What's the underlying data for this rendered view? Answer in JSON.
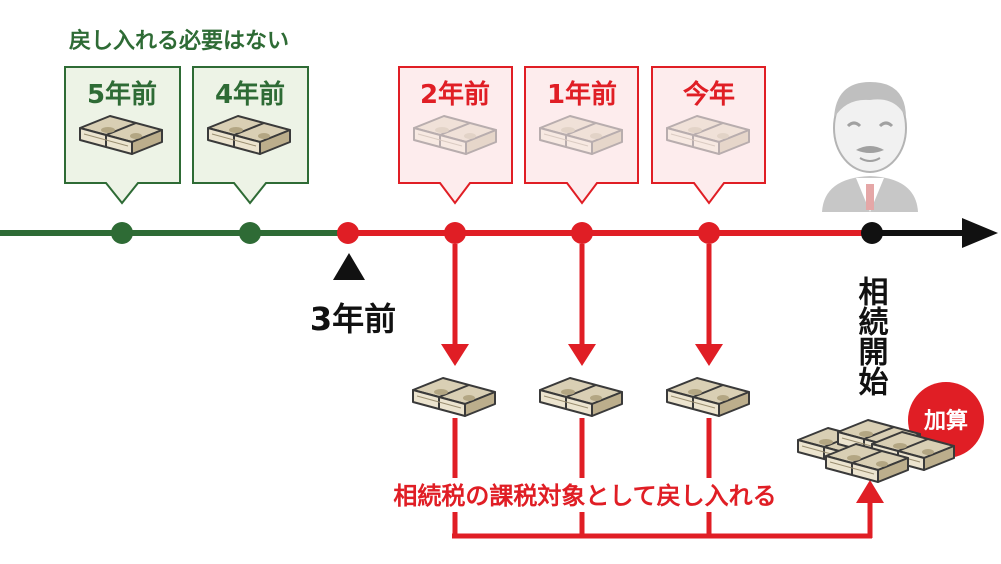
{
  "header": {
    "no_return_label": "戻し入れる必要はない"
  },
  "green_boxes": [
    {
      "label": "5年前"
    },
    {
      "label": "4年前"
    }
  ],
  "red_boxes": [
    {
      "label": "2年前"
    },
    {
      "label": "1年前"
    },
    {
      "label": "今年"
    }
  ],
  "timeline": {
    "three_years_label": "3年前",
    "inheritance_label": "相続開始"
  },
  "badge": {
    "label": "加算"
  },
  "return_label": "相続税の課税対象として戻し入れる",
  "colors": {
    "green": "#2e6b35",
    "green_fill": "#edf3e6",
    "red": "#e01e25",
    "red_fill": "#fdeced",
    "black": "#111111",
    "money": "#c9bd9e"
  },
  "icons": [
    "money-bundle-icon",
    "elderly-man-icon",
    "arrow-right-icon",
    "triangle-up-icon",
    "arrow-down-icon",
    "arrow-up-icon"
  ]
}
